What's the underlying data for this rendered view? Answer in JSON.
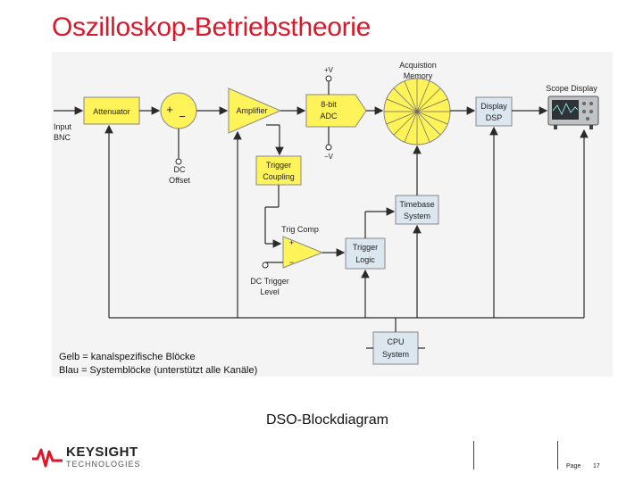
{
  "title": "Oszilloskop-Betriebstheorie",
  "diagram": {
    "input_label": [
      "Input",
      "BNC"
    ],
    "attenuator": "Attenuator",
    "plus_minus": "+ −",
    "dc_offset": [
      "DC",
      "Offset"
    ],
    "amplifier": "Amplifier",
    "adc": [
      "8-bit",
      "ADC"
    ],
    "vplus": "+V",
    "vminus": "−V",
    "acq_memory": [
      "Acquistion",
      "Memory"
    ],
    "display_dsp": [
      "Display",
      "DSP"
    ],
    "scope_display": "Scope Display",
    "trigger_coupling": [
      "Trigger",
      "Coupling"
    ],
    "timebase": [
      "Timebase",
      "System"
    ],
    "trig_comp": "Trig Comp",
    "trigger_logic": [
      "Trigger",
      "Logic"
    ],
    "dc_trigger_level": [
      "DC Trigger",
      "Level"
    ],
    "cpu": [
      "CPU",
      "System"
    ],
    "yellow_color": "#fff35a",
    "blue_color": "#dce6ef",
    "line_color": "#2a2a2a"
  },
  "legend": {
    "line1": "Gelb = kanalspezifische Blöcke",
    "line2": "Blau = Systemblöcke (unterstützt alle Kanäle)"
  },
  "caption": "DSO-Blockdiagram",
  "footer": {
    "brand": "KEYSIGHT",
    "tagline": "TECHNOLOGIES",
    "page_label": "Page",
    "page_number": "17"
  }
}
